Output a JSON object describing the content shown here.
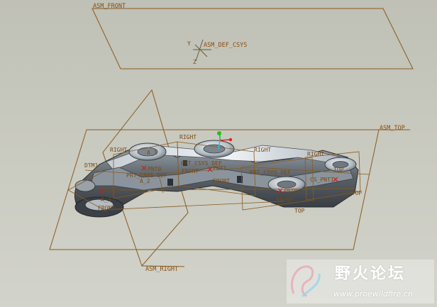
{
  "viewport": {
    "datum_planes": {
      "asm_front": "ASM_FRONT",
      "asm_top": "ASM_TOP",
      "asm_right": "ASM_RIGHT"
    },
    "coordinate_system": {
      "name": "ASM_DEF_CSYS",
      "axis_y": "Y",
      "axis_z": "Z"
    },
    "part_labels": {
      "right_1": "RIGHT",
      "right_2": "RIGHT",
      "right_3": "RIGHT",
      "right_4": "RIGHT",
      "top_1": "TOP",
      "top_2": "TOP",
      "front_1": "FRONT",
      "front_2": "FRONT",
      "front_3": "FRONT",
      "front_4": "FRONT",
      "dtm1": "DTM1",
      "a_1": "A_1",
      "a_2": "A_2",
      "a_3": "A_3",
      "a_top": "A_TOP",
      "pnt0_1": "PNT0",
      "pnt0_2": "PNT0",
      "pnt0_3": "PNT0",
      "pnt1": "PNT1",
      "prt_csys_def_1": "PRT_CSYS_DEF",
      "prt_csys_def_2": "PRT_CSYS_DEF",
      "prt_csys_def_3": "PRT_CSYS_DEF",
      "cs_pnt1": "CS_PNT1"
    },
    "colors": {
      "datum": "#8a5a1f",
      "csys": "#6b5a3a",
      "part_body": "#4d5258",
      "part_highlight": "#dfe5ea",
      "handle_green": "#22c022",
      "handle_red": "#e02020",
      "point_marker": "#c02020"
    }
  },
  "watermark": {
    "title": "野火论坛",
    "url": "www.proewildfire.cn"
  }
}
